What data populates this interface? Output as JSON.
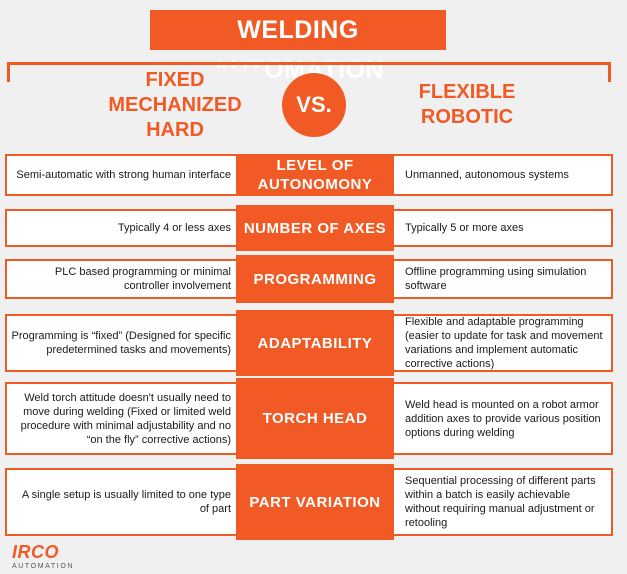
{
  "title": "WELDING AUTOMATION",
  "left_heading": "FIXED\nMECHANIZED\nHARD",
  "vs_label": "VS.",
  "right_heading": "FLEXIBLE\nROBOTIC",
  "rows": [
    {
      "label": "LEVEL OF\nAUTONOMONY",
      "fixed": "Semi-automatic with strong human interface",
      "flexible": "Unmanned, autonomous systems"
    },
    {
      "label": "NUMBER OF AXES",
      "fixed": "Typically 4 or less axes",
      "flexible": "Typically 5 or more axes"
    },
    {
      "label": "PROGRAMMING",
      "fixed": "PLC based programming or minimal controller involvement",
      "flexible": "Offline programming using simulation software"
    },
    {
      "label": "ADAPTABILITY",
      "fixed": "Programming is “fixed” (Designed for specific predetermined tasks and movements)",
      "flexible": "Flexible and adaptable programming (easier to update for task and movement variations and implement automatic corrective actions)"
    },
    {
      "label": "TORCH HEAD",
      "fixed": "Weld torch attitude doesn't usually need to move during welding (Fixed or limited weld procedure with minimal adjustability and no “on the fly” corrective actions)",
      "flexible": "Weld head is mounted on a robot armor addition axes to provide various position options during welding"
    },
    {
      "label": "PART VARIATION",
      "fixed": "A single setup is usually limited to one type of part",
      "flexible": "Sequential processing of different parts within a batch is easily achievable without requiring manual adjustment or retooling"
    }
  ],
  "logo": {
    "main": "IRCO",
    "sub": "AUTOMATION"
  },
  "colors": {
    "accent": "#f15a24",
    "background": "#f0f0f0",
    "text": "#1a1a1a"
  }
}
